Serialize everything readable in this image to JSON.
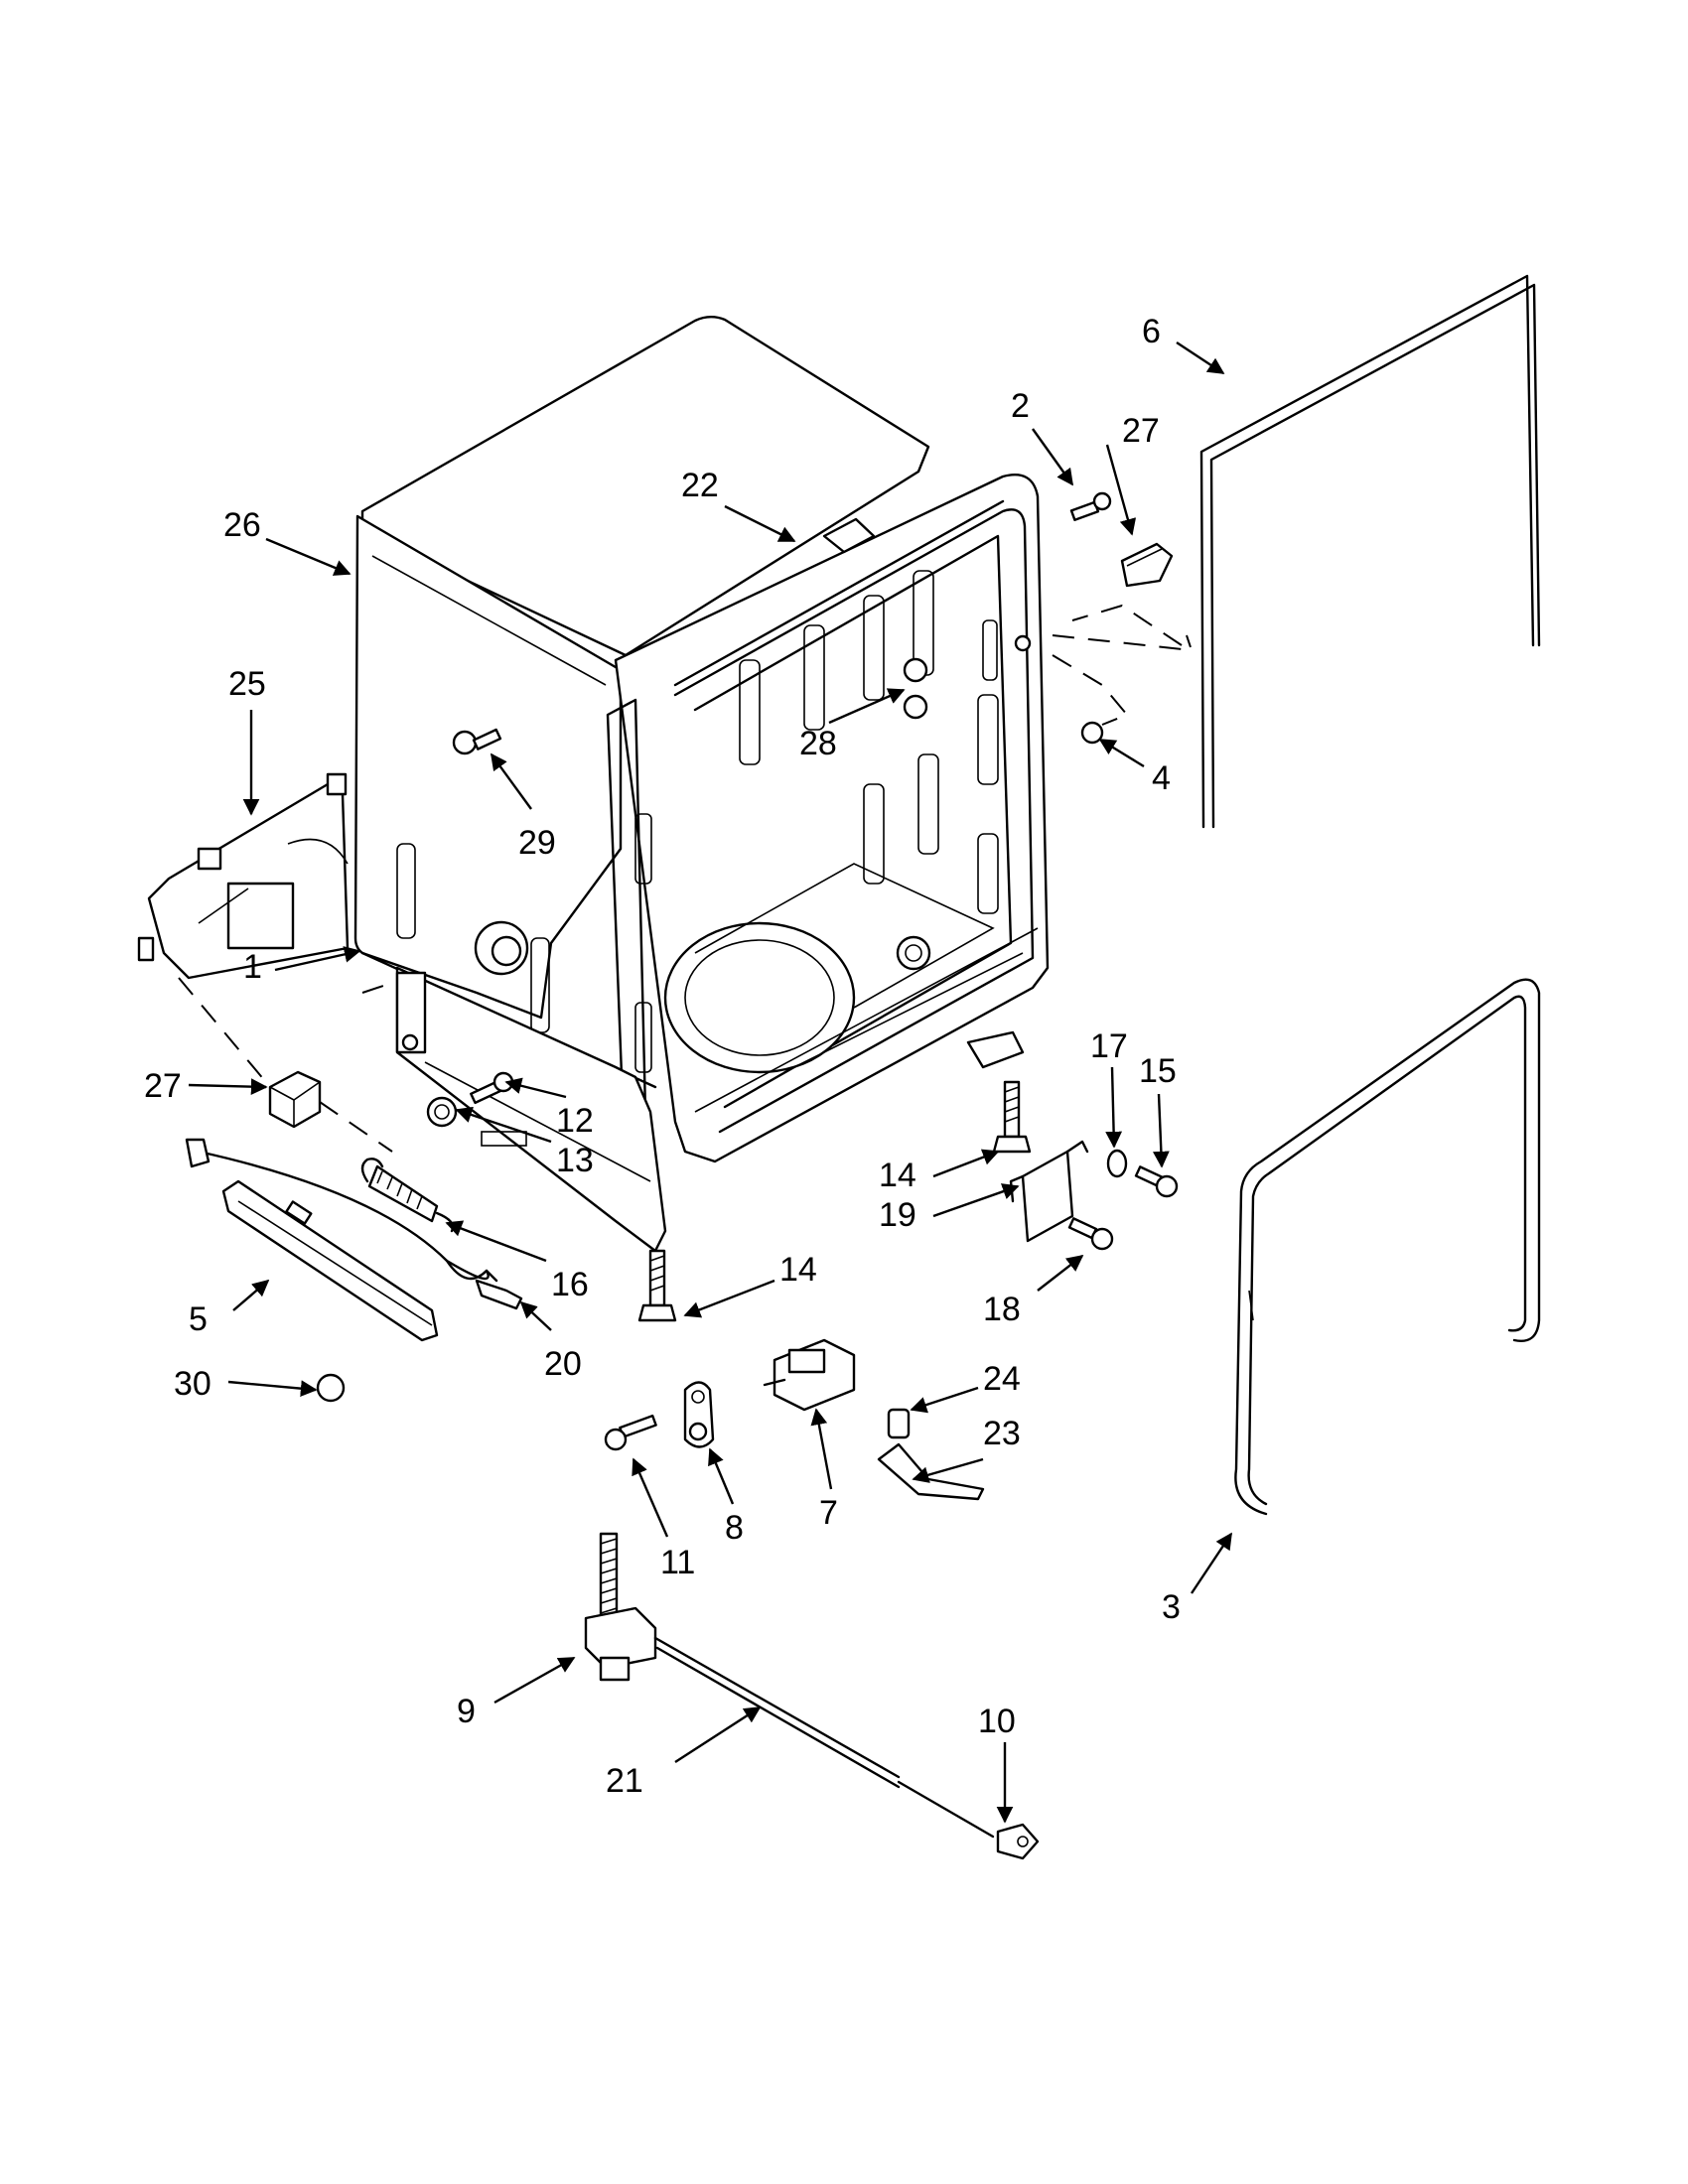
{
  "callouts": {
    "c1": "1",
    "c2": "2",
    "c3": "3",
    "c4": "4",
    "c5": "5",
    "c6": "6",
    "c7": "7",
    "c8": "8",
    "c9": "9",
    "c10": "10",
    "c11": "11",
    "c12": "12",
    "c13": "13",
    "c14a": "14",
    "c14b": "14",
    "c15": "15",
    "c16": "16",
    "c17": "17",
    "c18": "18",
    "c19": "19",
    "c20": "20",
    "c21": "21",
    "c22": "22",
    "c23": "23",
    "c24": "24",
    "c25": "25",
    "c26": "26",
    "c27a": "27",
    "c27b": "27",
    "c28": "28",
    "c29": "29",
    "c30": "30"
  }
}
